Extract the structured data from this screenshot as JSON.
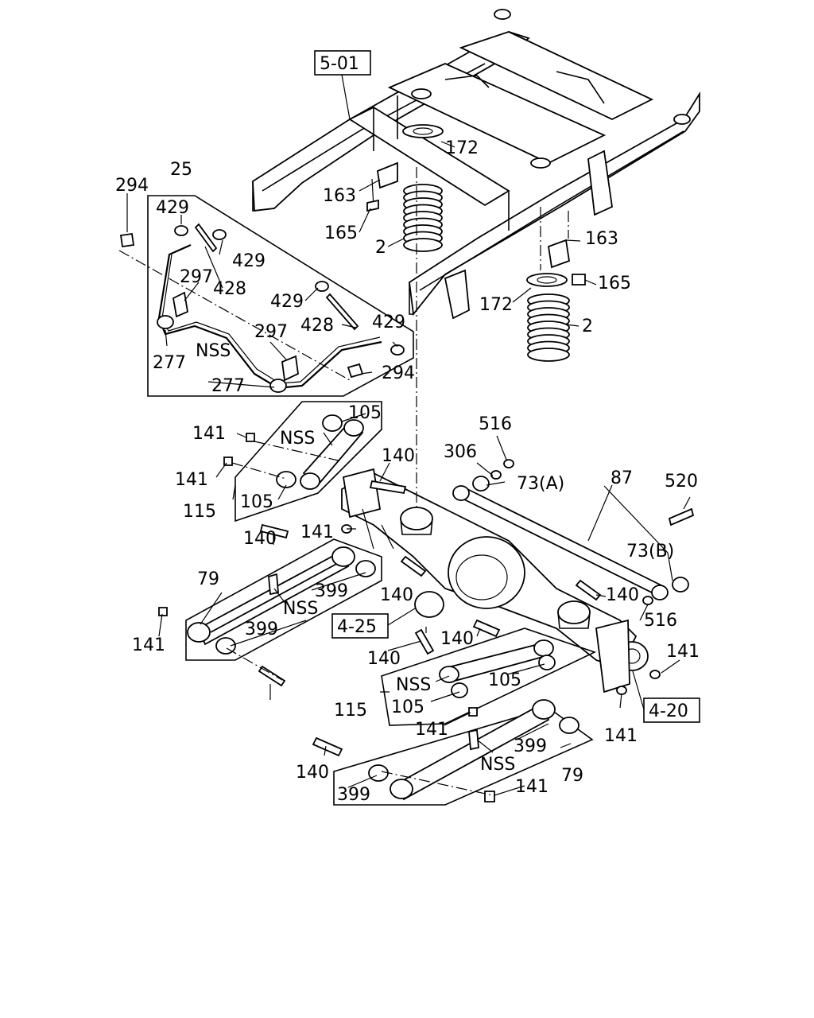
{
  "labels": {
    "ref_5_01": "5-01",
    "ref_4_25": "4-25",
    "ref_4_20": "4-20",
    "p172a": "172",
    "p163a": "163",
    "p165a": "165",
    "p2a": "2",
    "p163b": "163",
    "p165b": "165",
    "p172b": "172",
    "p2b": "2",
    "p294a": "294",
    "p25": "25",
    "p429a": "429",
    "p429b": "429",
    "p297a": "297",
    "p428a": "428",
    "p429c": "429",
    "p428b": "428",
    "p429d": "429",
    "p297b": "297",
    "nss1": "NSS",
    "p277a": "277",
    "p277b": "277",
    "p294b": "294",
    "p105a": "105",
    "p141a": "141",
    "nss2": "NSS",
    "p140a": "140",
    "p141b": "141",
    "p105b": "105",
    "p115a": "115",
    "p516a": "516",
    "p306": "306",
    "p73a": "73(A)",
    "p87": "87",
    "p520": "520",
    "p141c": "141",
    "p140b": "140",
    "p73b": "73(B)",
    "p79a": "79",
    "p399a": "399",
    "nss3": "NSS",
    "p140c": "140",
    "p140d": "140",
    "p516b": "516",
    "p141d": "141",
    "p399b": "399",
    "p140e": "140",
    "p140f": "140",
    "p141e": "141",
    "nss4": "NSS",
    "p105c": "105",
    "p115b": "115",
    "p105d": "105",
    "p141f": "141",
    "p140g": "140",
    "p399c": "399",
    "nss5": "NSS",
    "p79b": "79",
    "p141g": "141",
    "p399d": "399",
    "p141h": "141"
  }
}
